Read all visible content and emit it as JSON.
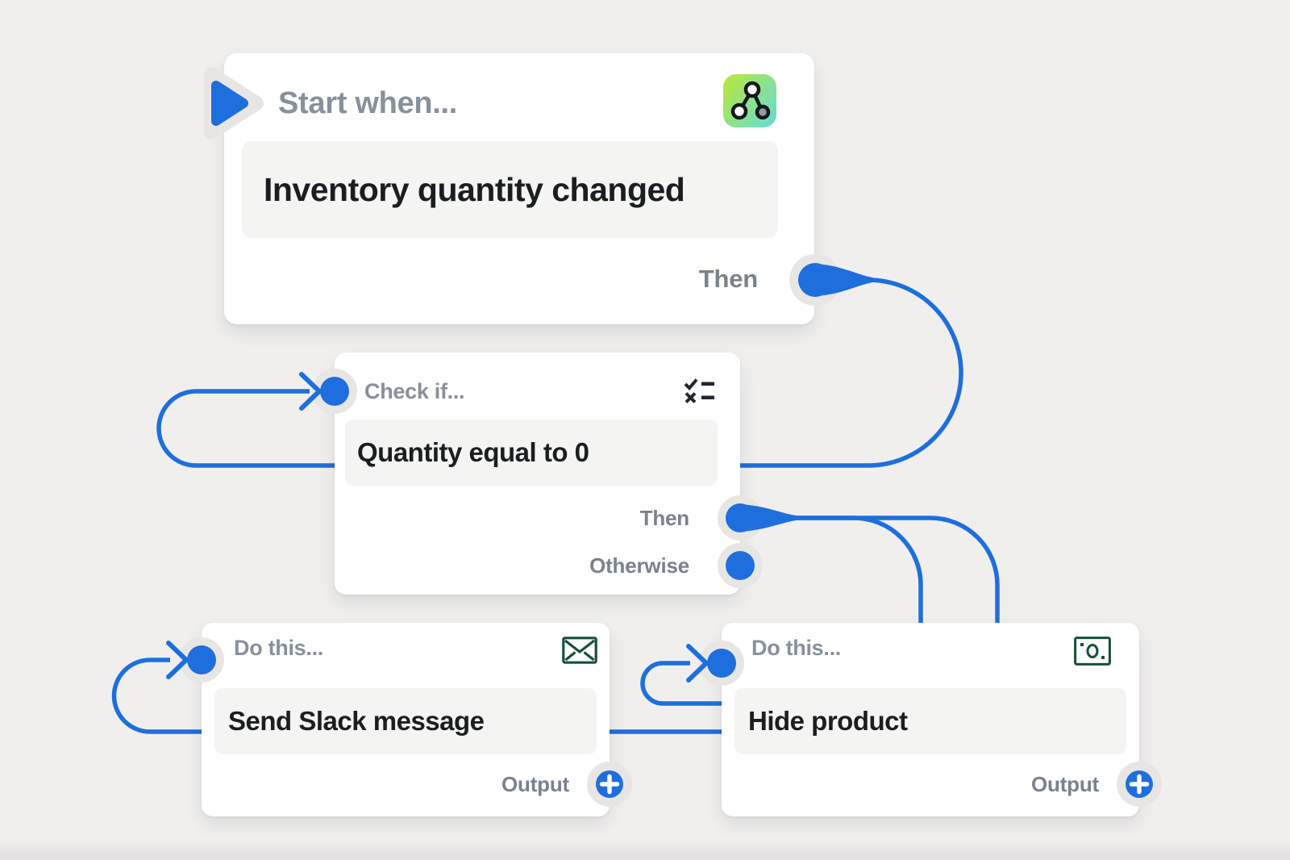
{
  "colors": {
    "background": "#f0efee",
    "accent_blue": "#1e6fdd",
    "card_surface": "#ffffff",
    "body_box": "#f4f4f3",
    "muted_text": "#87909b",
    "port_label_text": "#79828d",
    "dark_text": "#1b1e21",
    "notch_gray": "#e8e6e4",
    "icon_dark_green": "#17503a",
    "trigger_icon_gradient": [
      "#bce832",
      "#68dbd8"
    ]
  },
  "cards": {
    "trigger": {
      "header": "Start when...",
      "body": "Inventory quantity changed",
      "icon": "workflow-icon",
      "then_label": "Then"
    },
    "condition": {
      "header": "Check if...",
      "body": "Quantity equal to 0",
      "icon": "checklist-icon",
      "then_label": "Then",
      "otherwise_label": "Otherwise"
    },
    "action_slack": {
      "header": "Do this...",
      "body": "Send Slack message",
      "icon": "envelope-icon",
      "output_label": "Output"
    },
    "action_hide": {
      "header": "Do this...",
      "body": "Hide product",
      "icon": "banknote-icon",
      "output_label": "Output"
    }
  }
}
